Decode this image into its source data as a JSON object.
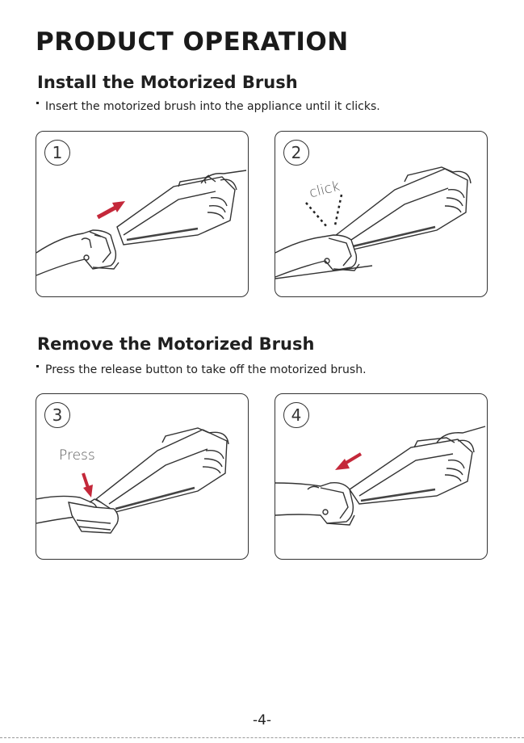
{
  "page": {
    "title": "PRODUCT OPERATION",
    "page_number": "-4-"
  },
  "install": {
    "heading": "Install the Motorized Brush",
    "instruction": "Insert the motorized brush into the appliance until it clicks.",
    "panels": [
      {
        "step": "1"
      },
      {
        "step": "2",
        "annotation": "click"
      }
    ]
  },
  "remove": {
    "heading": "Remove the Motorized Brush",
    "instruction": "Press the release button to take off the motorized brush.",
    "panels": [
      {
        "step": "3",
        "annotation": "Press"
      },
      {
        "step": "4"
      }
    ]
  },
  "colors": {
    "arrow": "#c4283a",
    "line": "#333333"
  }
}
